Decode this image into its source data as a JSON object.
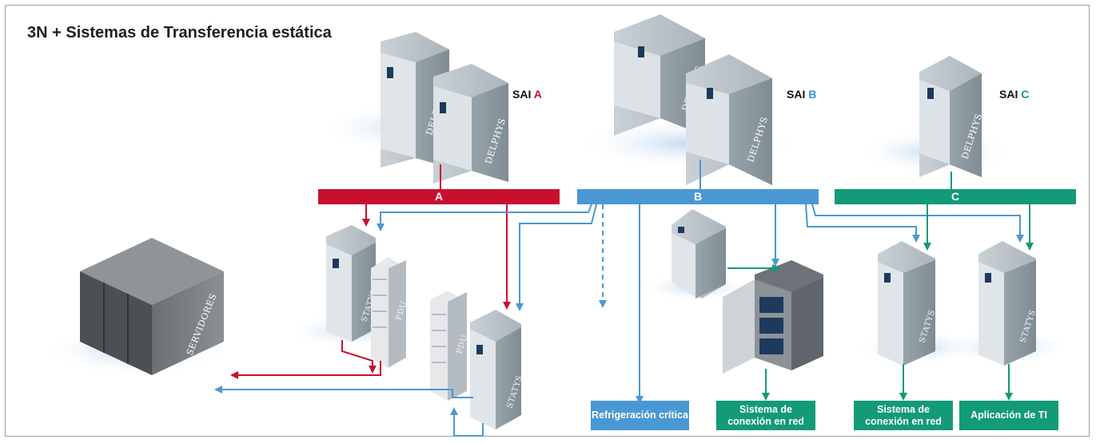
{
  "title": "3N + Sistemas de Transferencia estática",
  "ups": [
    {
      "prefix": "SAI ",
      "letter": "A"
    },
    {
      "prefix": "SAI ",
      "letter": "B"
    },
    {
      "prefix": "SAI ",
      "letter": "C"
    }
  ],
  "buses": {
    "a": "A",
    "b": "B",
    "c": "C"
  },
  "cabinet_brand": "DELPHYS",
  "sts_brand": "STATYS",
  "pdu_label": "PDU",
  "servers_label": "SERVIDORES",
  "boxes": {
    "cooling": "Refrigeración crítica",
    "network1": "Sistema de conexión en red",
    "network2": "Sistema de conexión en red",
    "it_app": "Aplicación de TI"
  },
  "colors": {
    "path_a": "#c8102e",
    "path_b": "#4a98d3",
    "path_c": "#139a78"
  }
}
